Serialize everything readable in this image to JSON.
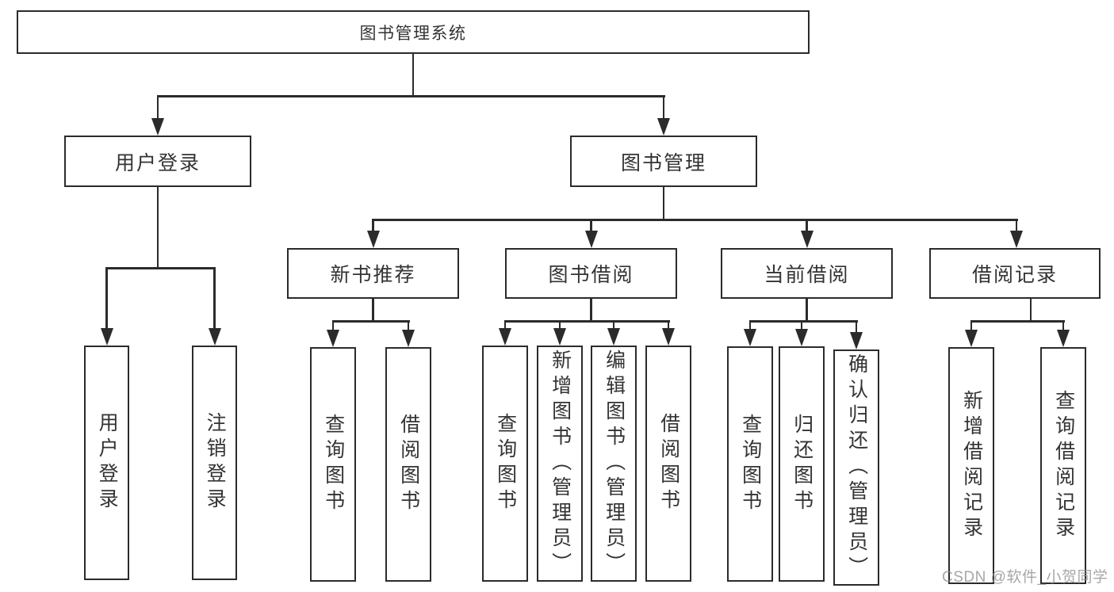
{
  "diagram": {
    "root": {
      "label": "图书管理系统"
    },
    "user_login": {
      "label": "用户登录",
      "children": {
        "login": {
          "label": "用户登录"
        },
        "logout": {
          "label": "注销登录"
        }
      }
    },
    "book_management": {
      "label": "图书管理",
      "new_book_recommendation": {
        "label": "新书推荐",
        "children": {
          "query_books": {
            "label": "查询图书"
          },
          "borrow_books": {
            "label": "借阅图书"
          }
        }
      },
      "book_borrowing": {
        "label": "图书借阅",
        "children": {
          "query_books": {
            "label": "查询图书"
          },
          "add_book_admin": {
            "label": "新增图书（管理员）"
          },
          "edit_book_admin": {
            "label": "编辑图书（管理员）"
          },
          "borrow_books": {
            "label": "借阅图书"
          }
        }
      },
      "current_borrowing": {
        "label": "当前借阅",
        "children": {
          "query_books": {
            "label": "查询图书"
          },
          "return_book": {
            "label": "归还图书"
          },
          "confirm_return_admin": {
            "label": "确认归还（管理员）"
          }
        }
      },
      "borrowing_records": {
        "label": "借阅记录",
        "children": {
          "add_record": {
            "label": "新增借阅记录"
          },
          "query_record": {
            "label": "查询借阅记录"
          }
        }
      }
    },
    "watermark": "CSDN @软件_小贺同学",
    "colors": {
      "line": "#2b2b2b",
      "text": "#333333",
      "box_background": "#ffffff",
      "watermark": "#919191",
      "page_background": "#ffffff"
    }
  }
}
